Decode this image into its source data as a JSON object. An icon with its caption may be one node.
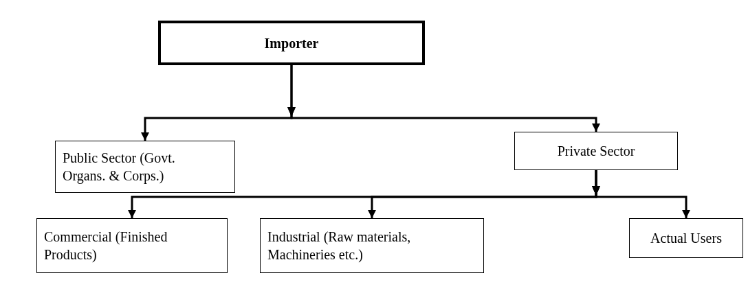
{
  "diagram": {
    "nodes": [
      {
        "text": [
          "Importer"
        ]
      },
      {
        "text": [
          "Public Sector (Govt. Organs. & Corps.)"
        ]
      },
      {
        "text": [
          "Private Sector"
        ]
      },
      {
        "text": [
          "Commercial (Finished Products)"
        ]
      },
      {
        "text": [
          "Industrial (Raw materials, Machineries etc.)"
        ]
      },
      {
        "text": [
          "Actual Users"
        ]
      }
    ],
    "edges": [
      {
        "from": 0,
        "to": 1,
        "arrow": "to"
      },
      {
        "from": 0,
        "to": 2,
        "arrow": "to"
      },
      {
        "from": 2,
        "to": 3,
        "arrow": "to"
      },
      {
        "from": 2,
        "to": 4,
        "arrow": "to"
      },
      {
        "from": 2,
        "to": 5,
        "arrow": "to"
      }
    ]
  }
}
